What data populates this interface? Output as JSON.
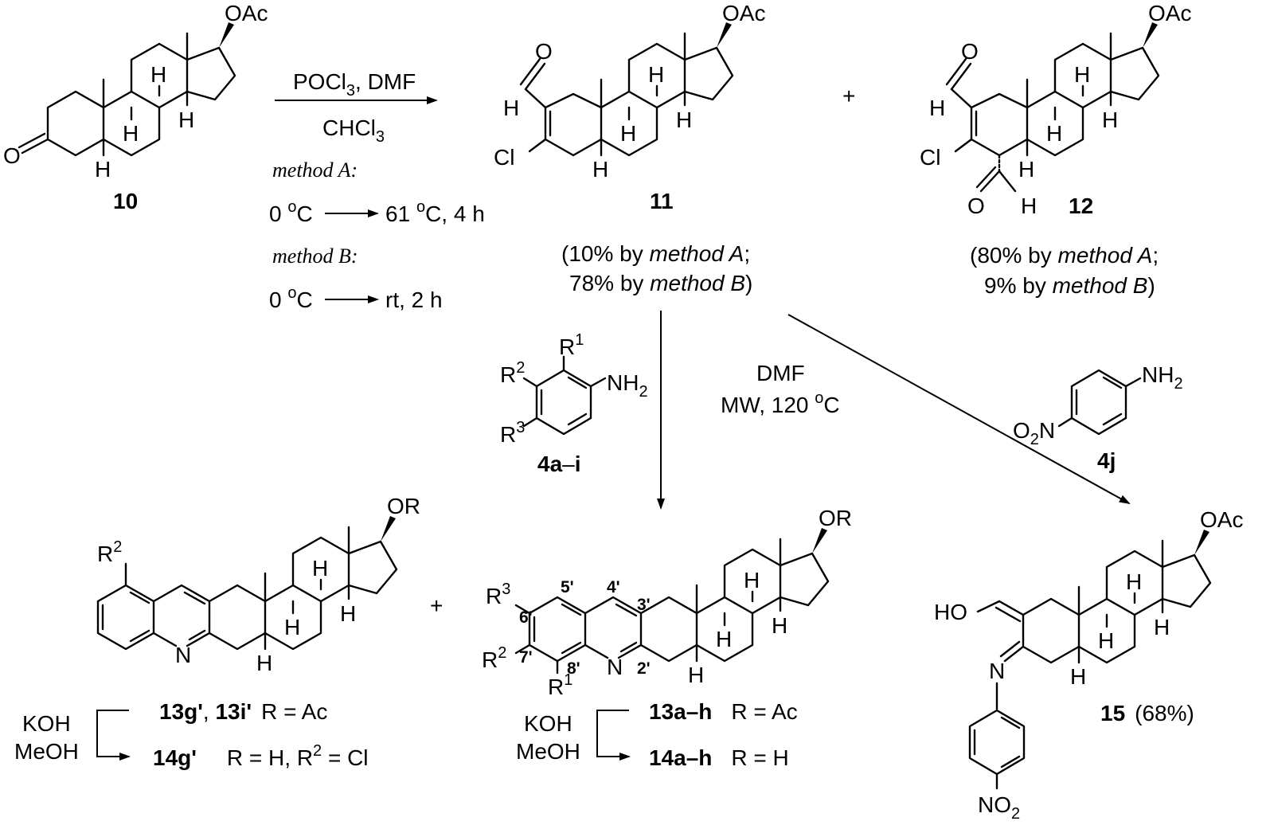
{
  "compounds": {
    "c10": {
      "label": "10",
      "oac": "OAc",
      "o": "O",
      "h": "H"
    },
    "c11": {
      "label": "11",
      "oac": "OAc",
      "cl": "Cl",
      "h": "H",
      "o": "O"
    },
    "c12": {
      "label": "12",
      "oac": "OAc",
      "cl": "Cl",
      "h": "H",
      "o": "O"
    },
    "c15": {
      "label": "15",
      "yield": "(68%)",
      "oac": "OAc",
      "ho": "HO",
      "n": "N",
      "no2": "NO",
      "no2_sub": "2",
      "h": "H"
    },
    "c13prime": {
      "r2": "R",
      "r2_sup": "2",
      "or": "OR",
      "n": "N",
      "h": "H"
    },
    "c13": {
      "r1": "R",
      "r1_sup": "1",
      "r2": "R",
      "r2_sup": "2",
      "r3": "R",
      "r3_sup": "3",
      "or": "OR",
      "n": "N",
      "h": "H",
      "pos": {
        "p4": "4'",
        "p5": "5'",
        "p6": "6'",
        "p7": "7'",
        "p8": "8'",
        "p2": "2'",
        "p3": "3'"
      }
    },
    "c4ai": {
      "label": "4a",
      "dash": "–",
      "label2": "i",
      "r1": "R",
      "r1_sup": "1",
      "r2": "R",
      "r2_sup": "2",
      "r3": "R",
      "r3_sup": "3",
      "nh2": "NH",
      "nh2_sub": "2"
    },
    "c4j": {
      "label": "4j",
      "nh2": "NH",
      "nh2_sub": "2",
      "o2n_o": "O",
      "o2n_sub": "2",
      "o2n_n": "N"
    }
  },
  "conditions": {
    "reagent1_a": "POCl",
    "reagent1_sub": "3",
    "reagent1_b": ", DMF",
    "solvent_a": "CHCl",
    "solvent_sub": "3",
    "method_a_label": "method A",
    "method_a_colon": ":",
    "method_a_start": "0 ",
    "method_a_sup": "o",
    "method_a_c": "C",
    "method_a_end": "61 ",
    "method_a_end_sup": "o",
    "method_a_end_c": "C, 4 h",
    "method_b_label": "method B",
    "method_b_colon": ":",
    "method_b_start": "0 ",
    "method_b_sup": "o",
    "method_b_c": "C",
    "method_b_end": "rt, 2 h",
    "dmf": "DMF",
    "mw": "MW, 120  ",
    "mw_sup": "o",
    "mw_c": "C"
  },
  "yields": {
    "y11_line1_a": "(10% by ",
    "y11_line1_it": "method A",
    "y11_line1_b": ";",
    "y11_line2_a": "78% by ",
    "y11_line2_it": "method B",
    "y11_line2_b": ")",
    "y12_line1_a": "(80% by ",
    "y12_line1_it": "method A",
    "y12_line1_b": ";",
    "y12_line2_a": "9% by ",
    "y12_line2_it": "method B",
    "y12_line2_b": ")"
  },
  "products": {
    "left_koh": "KOH",
    "left_meoh": "MeOH",
    "left_top_b1": "13g'",
    "left_top_sep": ", ",
    "left_top_b2": "13i'",
    "left_top_r": "R = Ac",
    "left_bottom_b": "14g'",
    "left_bottom_r_a": "R = H, R",
    "left_bottom_r_sup": "2",
    "left_bottom_r_b": " = Cl",
    "mid_koh": "KOH",
    "mid_meoh": "MeOH",
    "mid_top_b": "13a–h",
    "mid_top_r": "R = Ac",
    "mid_bottom_b": "14a–h",
    "mid_bottom_r": "R =  H"
  },
  "plus_signs": [
    "+",
    "+"
  ]
}
